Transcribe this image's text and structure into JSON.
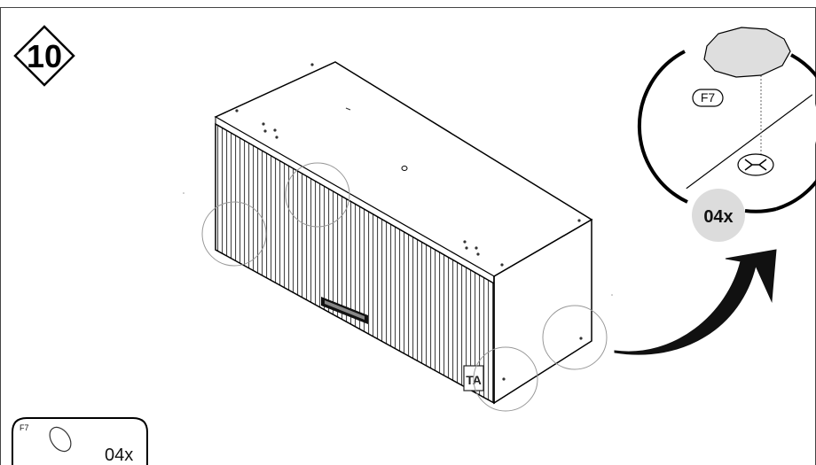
{
  "step": {
    "number": "10"
  },
  "parts_box": {
    "part_code": "F7",
    "quantity": "04x"
  },
  "detail": {
    "part_code": "F7",
    "quantity": "04x"
  },
  "cabinet": {
    "logo": "TA"
  }
}
